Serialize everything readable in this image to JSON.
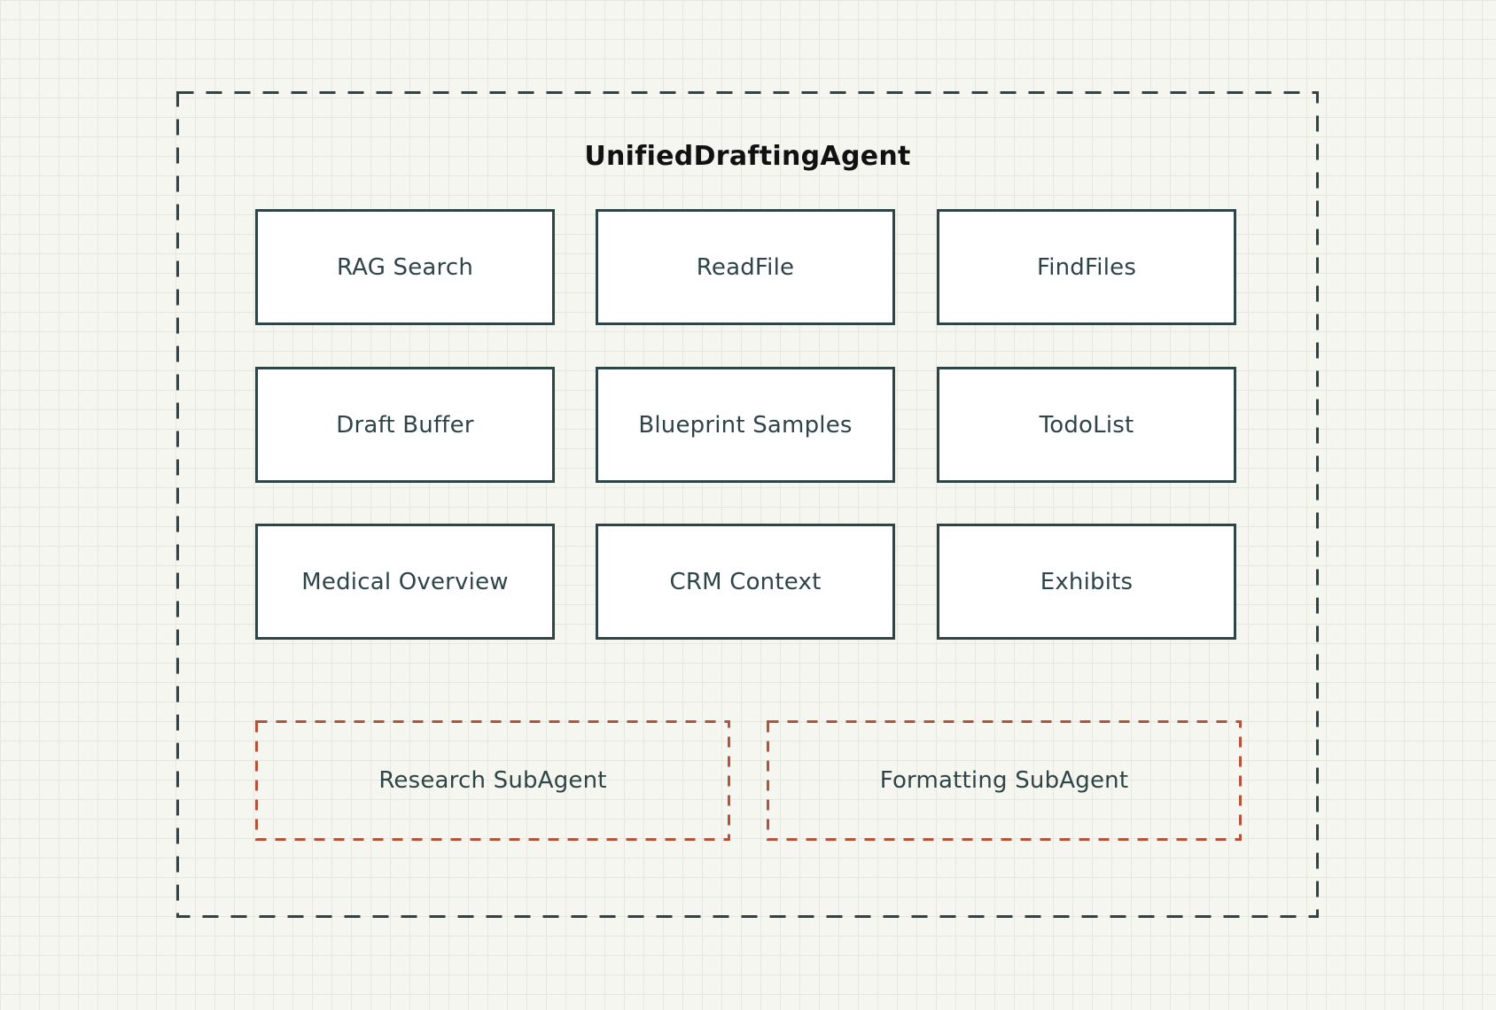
{
  "diagram": {
    "title": "UnifiedDraftingAgent",
    "colors": {
      "container_border": "#2f4447",
      "tool_border": "#2f4447",
      "subagent_border": "#b5533a",
      "background": "#f6f6f1",
      "grid": "#e6e7e1"
    },
    "tools": [
      {
        "label": "RAG Search"
      },
      {
        "label": "ReadFile"
      },
      {
        "label": "FindFiles"
      },
      {
        "label": "Draft Buffer"
      },
      {
        "label": "Blueprint Samples"
      },
      {
        "label": "TodoList"
      },
      {
        "label": "Medical Overview"
      },
      {
        "label": "CRM Context"
      },
      {
        "label": "Exhibits"
      }
    ],
    "subagents": [
      {
        "label": "Research SubAgent"
      },
      {
        "label": "Formatting SubAgent"
      }
    ]
  }
}
